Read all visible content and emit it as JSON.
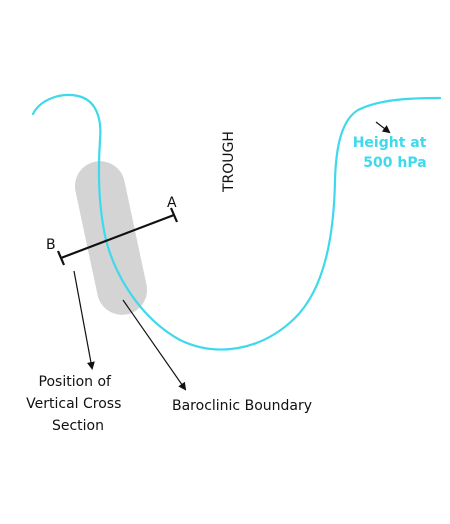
{
  "labels": {
    "trough": "TROUGH",
    "height_line1": "Height at",
    "height_line2": "500 hPa",
    "point_a": "A",
    "point_b": "B",
    "position_line1": "Position of",
    "position_line2": "Vertical Cross",
    "position_line3": "Section",
    "baroclinic": "Baroclinic Boundary"
  },
  "colors": {
    "height_contour": "#3fd9ec",
    "baroclinic_zone": "#d4d4d4",
    "cross_section_line": "#111111",
    "text": "#111111"
  }
}
